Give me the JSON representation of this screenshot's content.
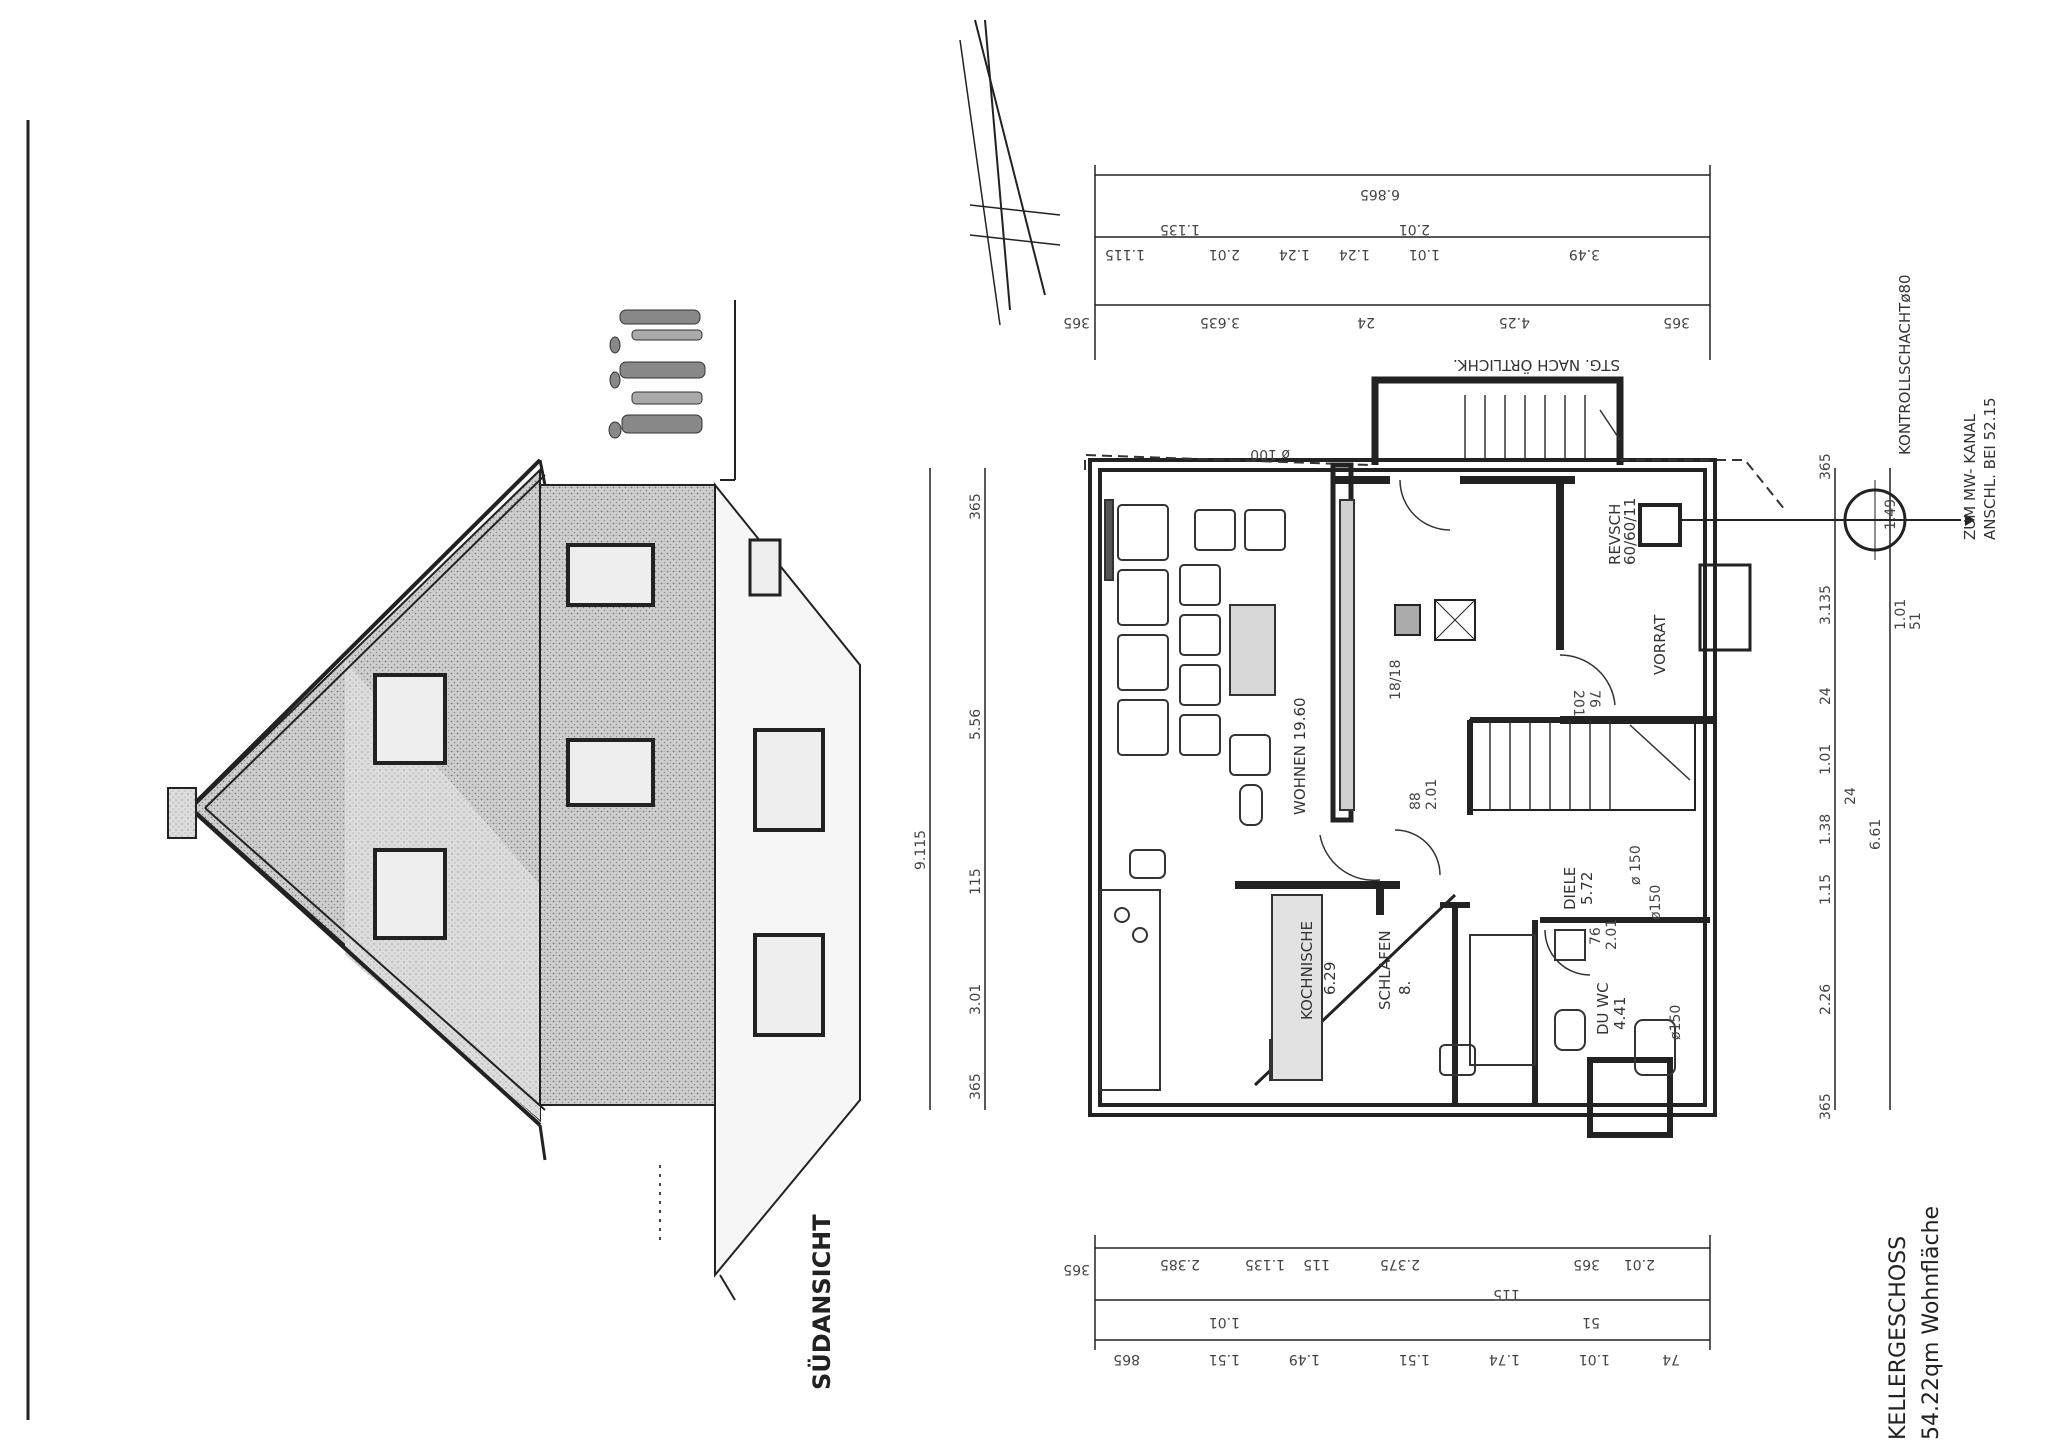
{
  "elevation": {
    "title": "SÜDANSICHT"
  },
  "plan": {
    "title_floor": "KELLERGESCHOSS",
    "title_area": "54.22qm Wohnfläche",
    "rooms": {
      "wohnen": "WOHNEN 19.60",
      "kochnische": "KOCHNISCHE",
      "kochnische_area": "6.29",
      "schlafen": "SCHLAFEN",
      "schlafen_area": "8.",
      "diele": "DIELE",
      "diele_area": "5.72",
      "duwc": "DU WC",
      "duwc_area": "4.41",
      "vorrat": "VORRAT",
      "revsch": "REVSCH",
      "revsch_size": "60/60/11"
    },
    "notes": {
      "stairs": "STG. NACH ÖRTLICHK.",
      "shaft": "KONTROLLSCHACHTø80",
      "canal1": "ZUM MW- KANAL",
      "canal2": "ANSCHL. BEI 52.15",
      "pipe": "ø 100",
      "shaft_value": "1.49"
    },
    "door_labels": [
      "88",
      "2.01",
      "76",
      "2.01",
      "76",
      "201",
      "ø 150",
      "ø150",
      "ø150",
      "18/18"
    ],
    "dims_top": [
      "6.865",
      "1.135",
      "2.01",
      "1.115",
      "2.01",
      "1.24",
      "1.24",
      "1.01",
      "3.49",
      "365",
      "3.635",
      "24",
      "4.25",
      "365"
    ],
    "dims_left": [
      "365",
      "5.56",
      "9.115",
      "115",
      "3.01",
      "365"
    ],
    "dims_bottom": [
      "365",
      "2.385",
      "1.135",
      "115",
      "2.375",
      "115",
      "365",
      "2.01",
      "1.01",
      "51",
      "865",
      "1.51",
      "1.49",
      "1.51",
      "1.74",
      "1.01",
      "74"
    ],
    "dims_right": [
      "365",
      "3.135",
      "1.01",
      "51",
      "24",
      "1.01",
      "24",
      "1.38",
      "1.15",
      "6.61",
      "2.26",
      "365"
    ]
  }
}
